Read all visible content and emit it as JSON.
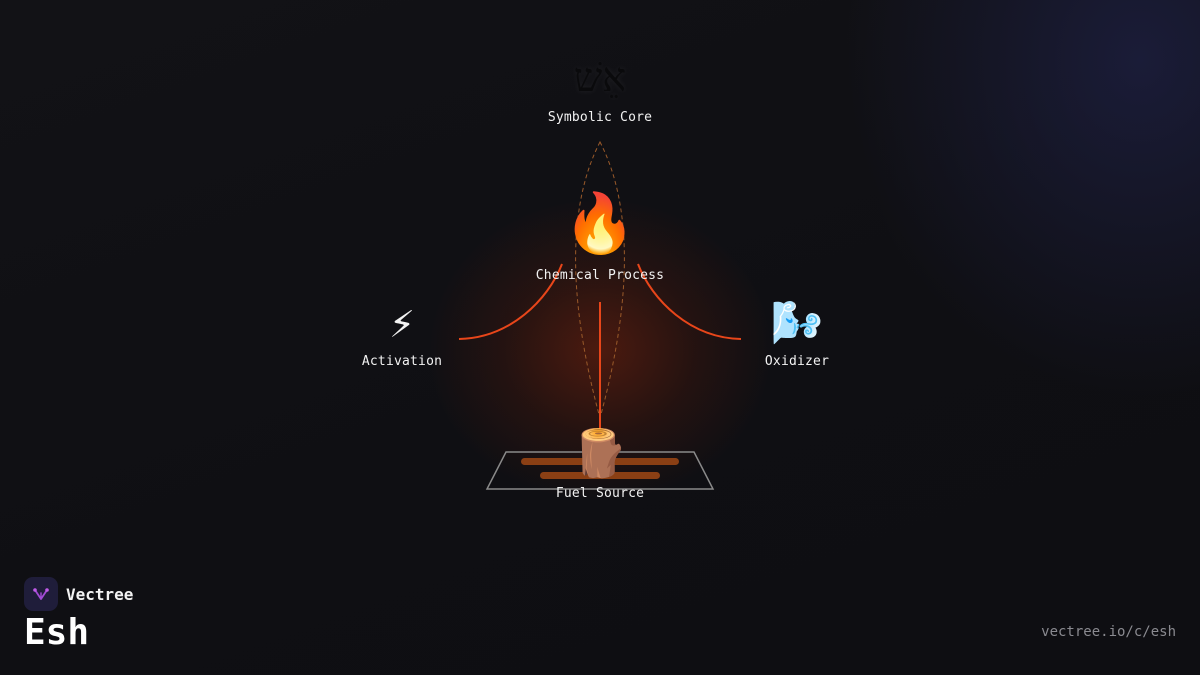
{
  "diagram": {
    "symbolic_core": {
      "glyph": "אֵשׁ",
      "label": "Symbolic Core"
    },
    "chemical_process": {
      "icon": "fire-icon",
      "glyph": "🔥",
      "label": "Chemical Process"
    },
    "activation": {
      "icon": "lightning-icon",
      "glyph": "⚡",
      "label": "Activation"
    },
    "oxidizer": {
      "icon": "wind-icon",
      "glyph": "🌬️",
      "label": "Oxidizer"
    },
    "fuel_source": {
      "icon": "log-icon",
      "glyph": "🪵",
      "label": "Fuel Source"
    },
    "colors": {
      "connector": "#e8461a",
      "dashed_flame": "#9a5a2a",
      "fuel_bars": "#8a3f14",
      "platform": "#8a8a8a"
    }
  },
  "footer": {
    "brand_name": "Vectree",
    "title": "Esh",
    "url": "vectree.io/c/esh"
  }
}
